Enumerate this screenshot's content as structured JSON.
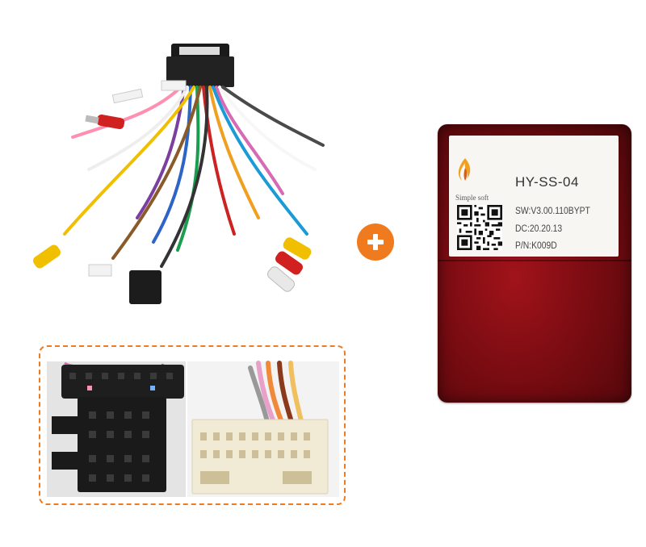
{
  "product": {
    "plus_symbol": "+",
    "decoder": {
      "brand_text": "Simple soft",
      "model": "HY-SS-04",
      "sw_line": "SW:V3.00.110BYPT",
      "dc_line": "DC:20.20.13",
      "pn_line": "P/N:K009D"
    }
  },
  "colors": {
    "accent_orange": "#f07a1e",
    "decoder_red": "#7a0c12"
  }
}
